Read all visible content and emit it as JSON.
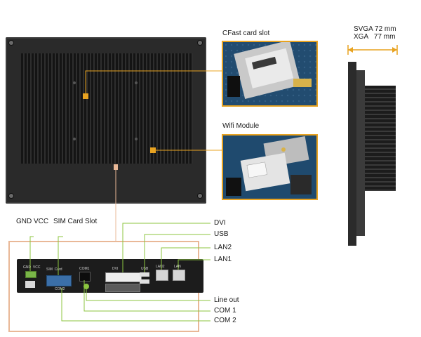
{
  "callouts": {
    "cfast": "CFast card slot",
    "wifi": "Wifi Module",
    "svga": "SVGA 72 mm",
    "xga": "XGA   77 mm",
    "gnd_vcc": "GND VCC",
    "sim": "SIM Card Slot",
    "dvi": "DVI",
    "usb": "USB",
    "lan2": "LAN2",
    "lan1": "LAN1",
    "line_out": "Line out",
    "com1": "COM 1",
    "com2": "COM 2"
  },
  "port_labels": {
    "gnd_vcc": "GND  VCC",
    "sim": "SIM  Card",
    "com1": "COM1",
    "dvi": "DVI",
    "usb": "USB",
    "lan2": "LAN2",
    "lan1": "LAN",
    "com2": "COM2"
  },
  "colors": {
    "highlight": "#e8a321",
    "callout_line": "#8cc63f",
    "io_frame": "#e9b897",
    "panel": "#2a2a2a"
  },
  "icons": {
    "marker": "square-marker",
    "arrow": "dimension-arrow"
  }
}
